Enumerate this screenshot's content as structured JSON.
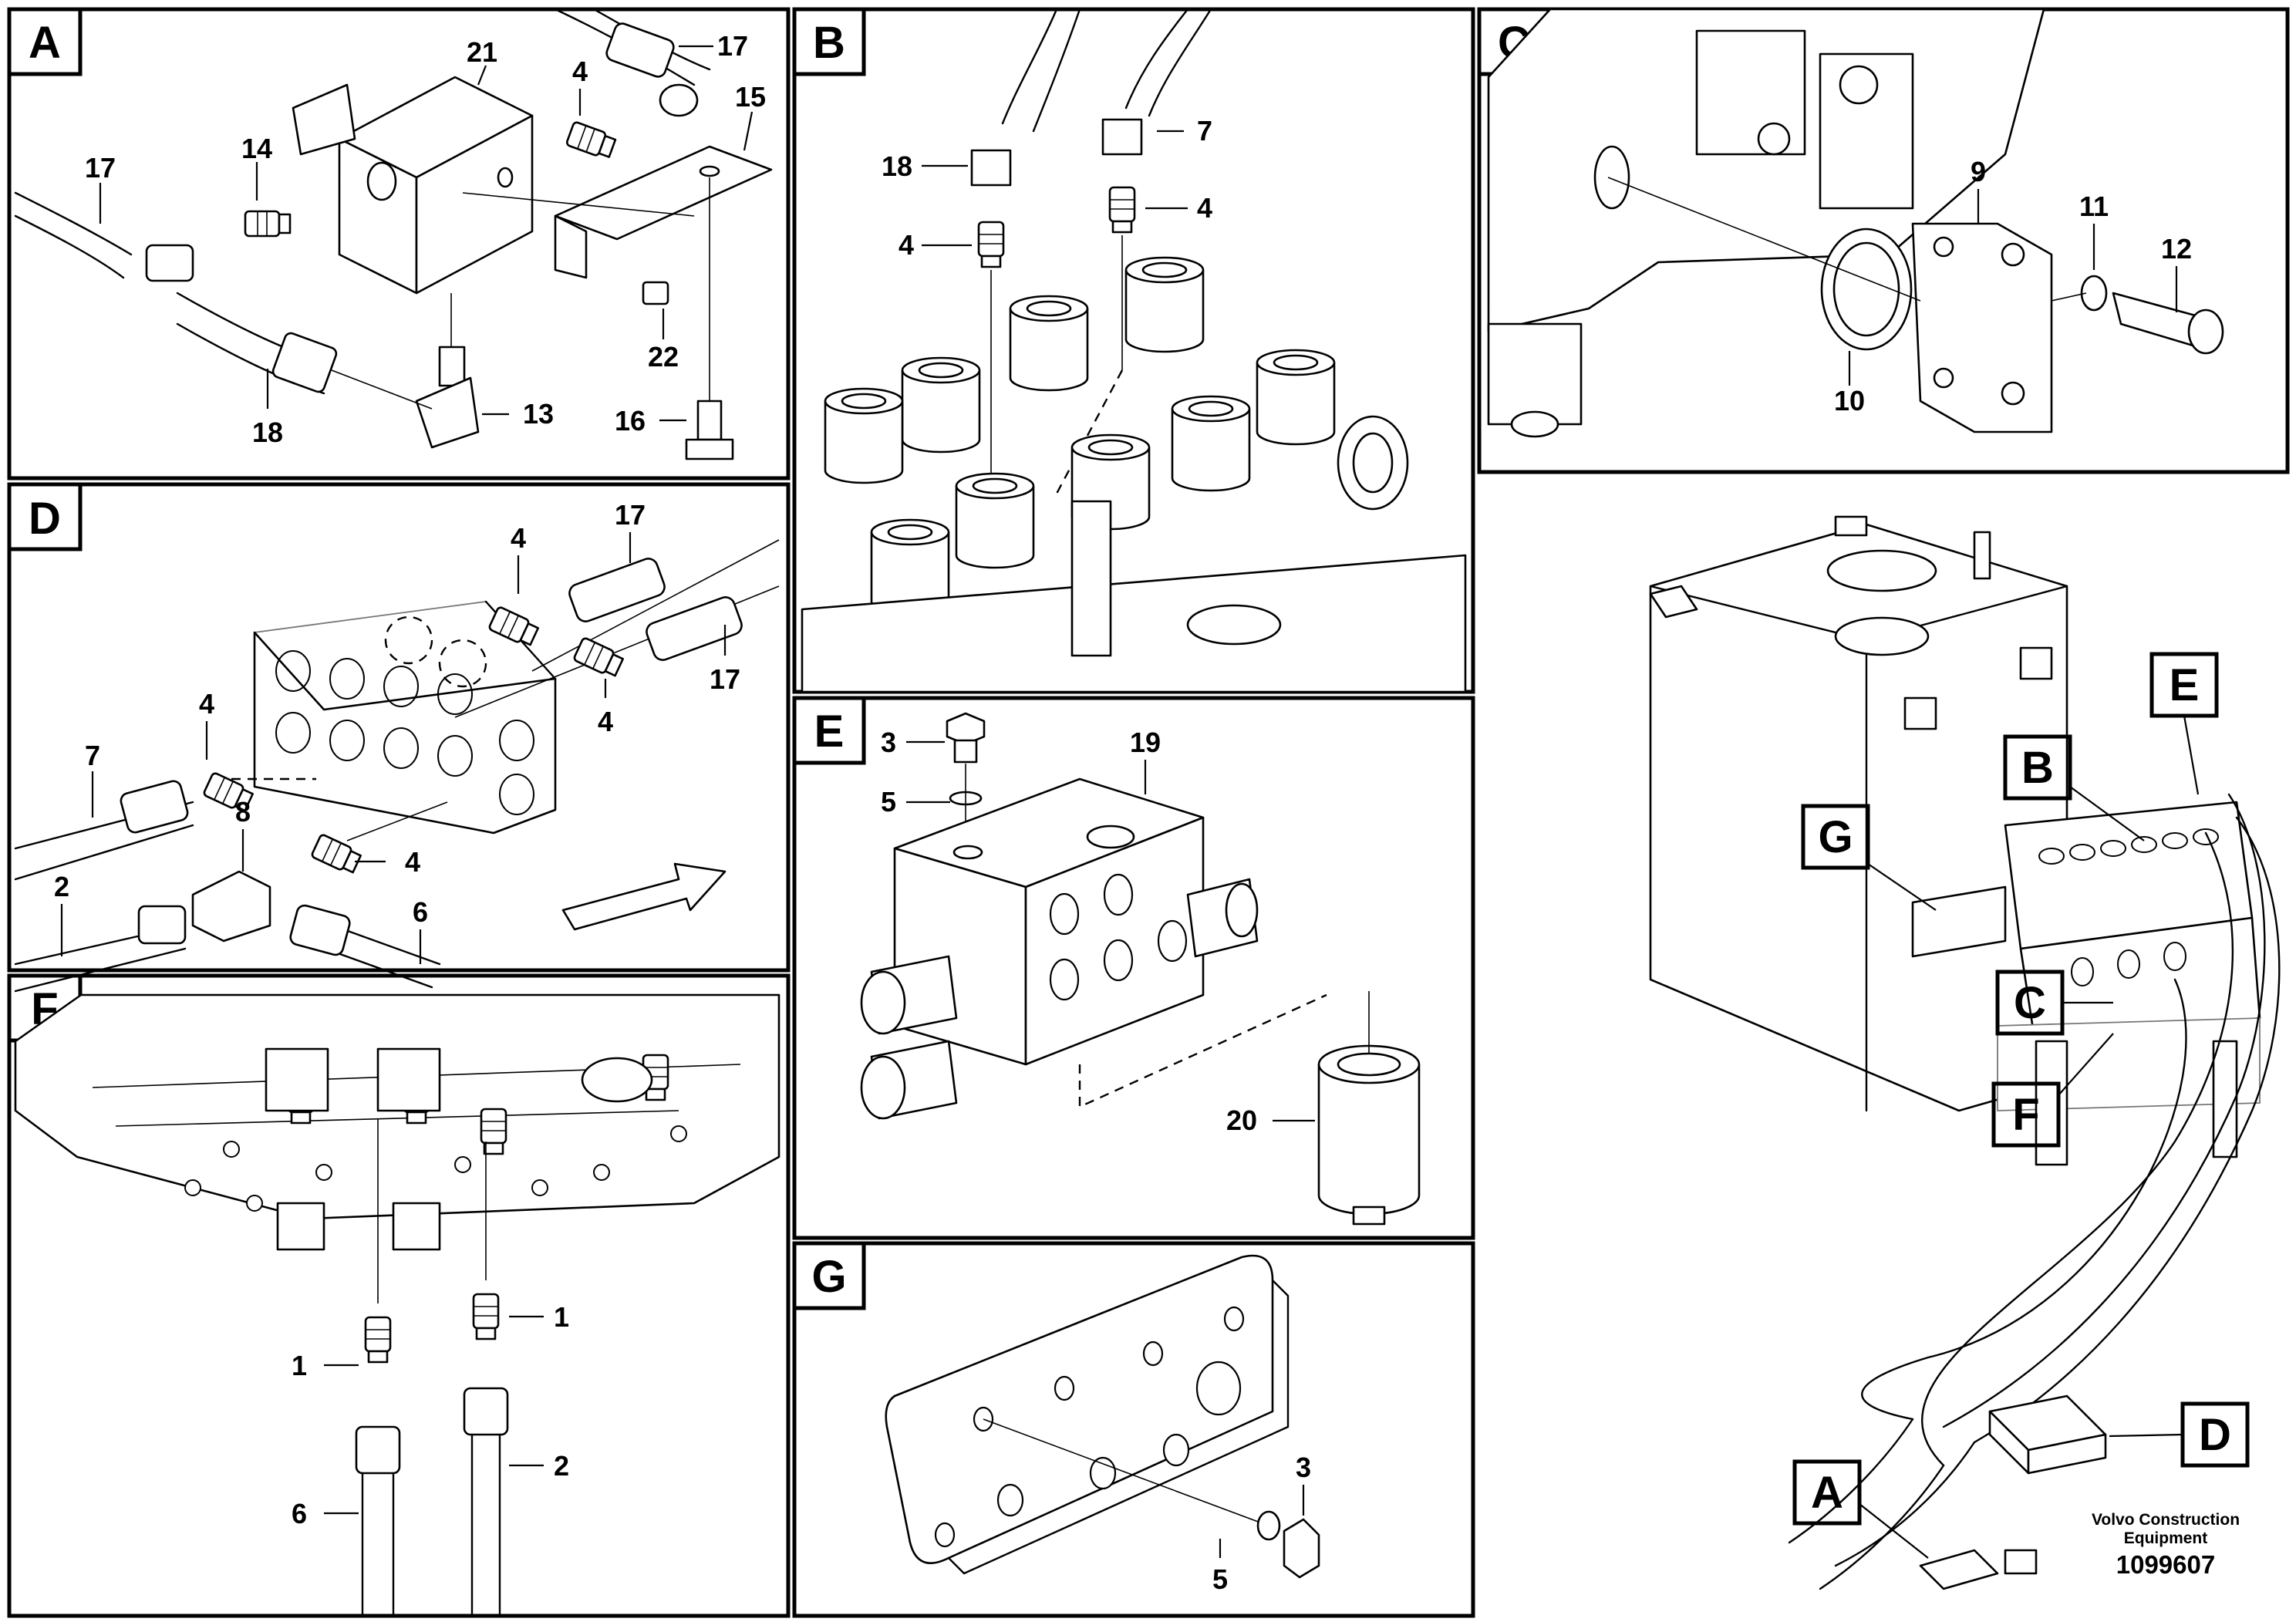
{
  "panels": {
    "A": {
      "letter": "A",
      "callouts": [
        "21",
        "17",
        "4",
        "15",
        "14",
        "17",
        "22",
        "18",
        "13",
        "16"
      ]
    },
    "B": {
      "letter": "B",
      "callouts": [
        "7",
        "18",
        "4",
        "4"
      ]
    },
    "C": {
      "letter": "C",
      "callouts": [
        "9",
        "11",
        "12",
        "10"
      ]
    },
    "D": {
      "letter": "D",
      "callouts": [
        "17",
        "4",
        "17",
        "4",
        "4",
        "7",
        "8",
        "2",
        "4",
        "6"
      ]
    },
    "E": {
      "letter": "E",
      "callouts": [
        "3",
        "19",
        "5",
        "20"
      ]
    },
    "F": {
      "letter": "F",
      "callouts": [
        "1",
        "1",
        "2",
        "6"
      ]
    },
    "G": {
      "letter": "G",
      "callouts": [
        "3",
        "5"
      ]
    }
  },
  "overview": {
    "tags": [
      "E",
      "B",
      "G",
      "C",
      "F",
      "D",
      "A"
    ]
  },
  "footer": {
    "brand_line1": "Volvo Construction",
    "brand_line2": "Equipment",
    "doc_number": "1099607"
  },
  "colors": {
    "line": "#000000",
    "background": "#ffffff"
  }
}
